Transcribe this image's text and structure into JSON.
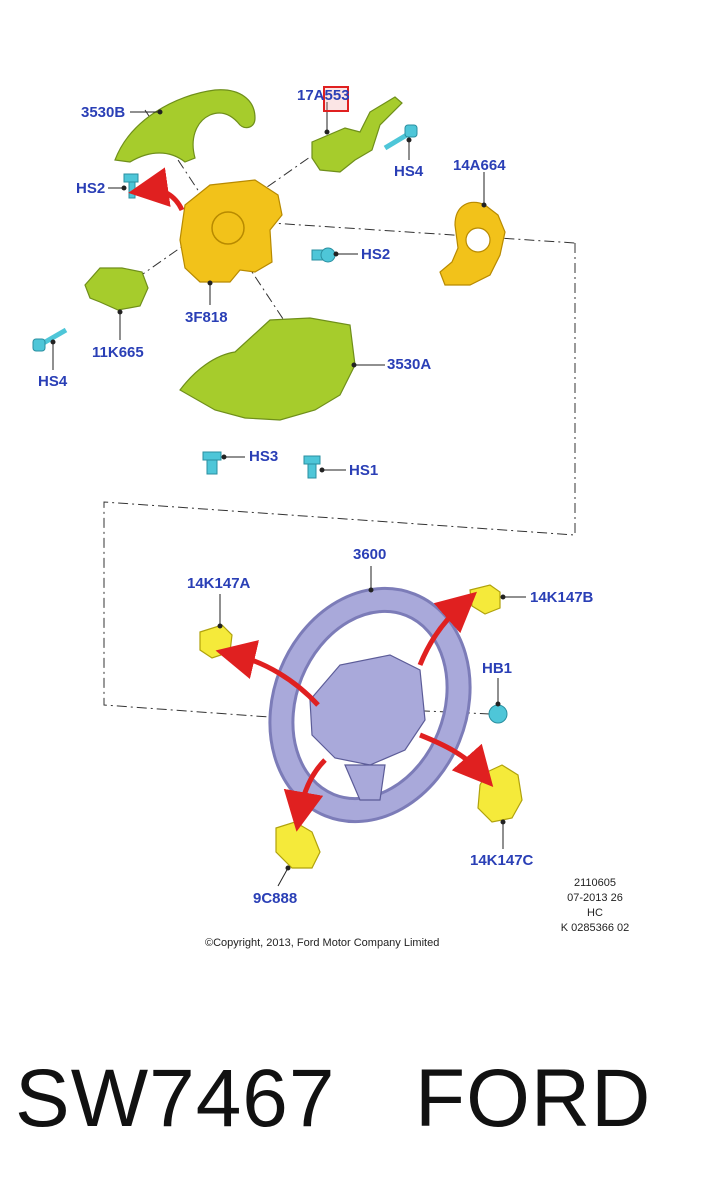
{
  "labels": {
    "3530B": "3530B",
    "17A553": "17A553",
    "HS4_top": "HS4",
    "14A664": "14A664",
    "HS2_left": "HS2",
    "HS2_right": "HS2",
    "3F818": "3F818",
    "11K665": "11K665",
    "HS4_left": "HS4",
    "3530A": "3530A",
    "HS3": "HS3",
    "HS1": "HS1",
    "3600": "3600",
    "14K147A": "14K147A",
    "14K147B": "14K147B",
    "HB1": "HB1",
    "14K147C": "14K147C",
    "9C888": "9C888"
  },
  "meta": {
    "line1": "2110605",
    "line2": "07-2013 26",
    "line3": "HC",
    "line4": "K 0285366 02"
  },
  "copyright": "©Copyright, 2013, Ford Motor Company Limited",
  "caption": {
    "part_number": "SW7467",
    "brand": "FORD"
  },
  "colors": {
    "label": "#2a3fb6",
    "green_part": "#a6cc2c",
    "yellow_part": "#f2c21a",
    "cyan_part": "#4ec6d8",
    "wheel": "#9a9ad0",
    "arrow": "#e02020"
  }
}
